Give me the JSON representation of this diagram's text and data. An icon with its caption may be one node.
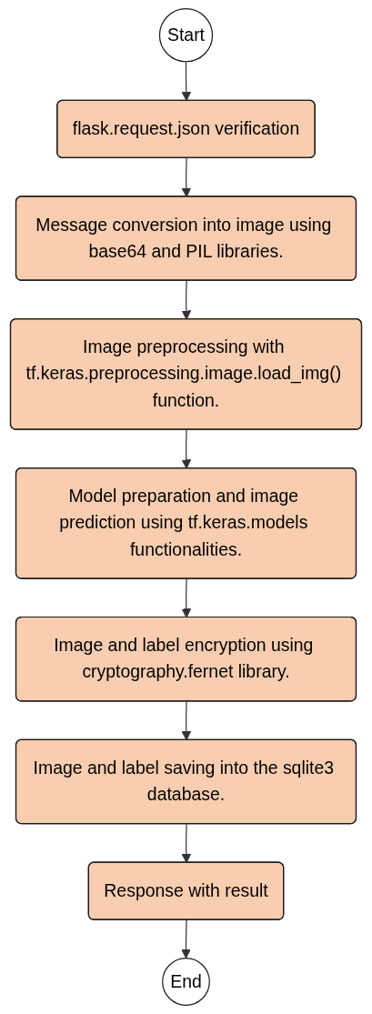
{
  "diagram": {
    "nodes": [
      {
        "text": [
          "Start"
        ]
      },
      {
        "text": [
          "flask.request.json verification"
        ]
      },
      {
        "text": [
          "Message conversion into image using base64 and PIL libraries."
        ]
      },
      {
        "text": [
          "Image preprocessing with tf.keras.preprocessing.image.load_img() function."
        ]
      },
      {
        "text": [
          "Model preparation and image prediction using tf.keras.models functionalities."
        ]
      },
      {
        "text": [
          "Image and label encryption using cryptography.fernet library."
        ]
      },
      {
        "text": [
          "Image and label saving into the sqlite3 database."
        ]
      },
      {
        "text": [
          "Response with result"
        ]
      },
      {
        "text": [
          "End"
        ]
      }
    ],
    "edges": [
      {
        "from": 0,
        "to": 1,
        "arrow": "to"
      },
      {
        "from": 1,
        "to": 2,
        "arrow": "to"
      },
      {
        "from": 2,
        "to": 3,
        "arrow": "to"
      },
      {
        "from": 3,
        "to": 4,
        "arrow": "to"
      },
      {
        "from": 4,
        "to": 5,
        "arrow": "to"
      },
      {
        "from": 5,
        "to": 6,
        "arrow": "to"
      },
      {
        "from": 6,
        "to": 7,
        "arrow": "to"
      },
      {
        "from": 7,
        "to": 8,
        "arrow": "to"
      }
    ]
  }
}
